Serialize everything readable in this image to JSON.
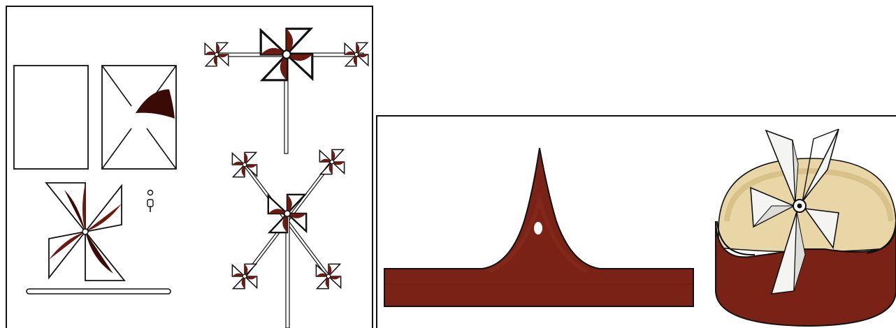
{
  "colors": {
    "maroon": "#6b1a12",
    "maroon_dark": "#3a0a06",
    "maroon_band": "#7a2216",
    "outline": "#111111",
    "paper": "#ffffff",
    "cream": "#e8d6a6"
  },
  "left_panel": {
    "steps": [
      "blank-square",
      "cut-square",
      "assembled-pinwheel",
      "pin-and-bead",
      "stick"
    ],
    "decorations": [
      "pinwheel-cross-arrangement",
      "pinwheel-x-arrangement"
    ]
  },
  "right_panel": {
    "items": [
      "crown-band-cutout",
      "pinwheel-headband"
    ]
  }
}
